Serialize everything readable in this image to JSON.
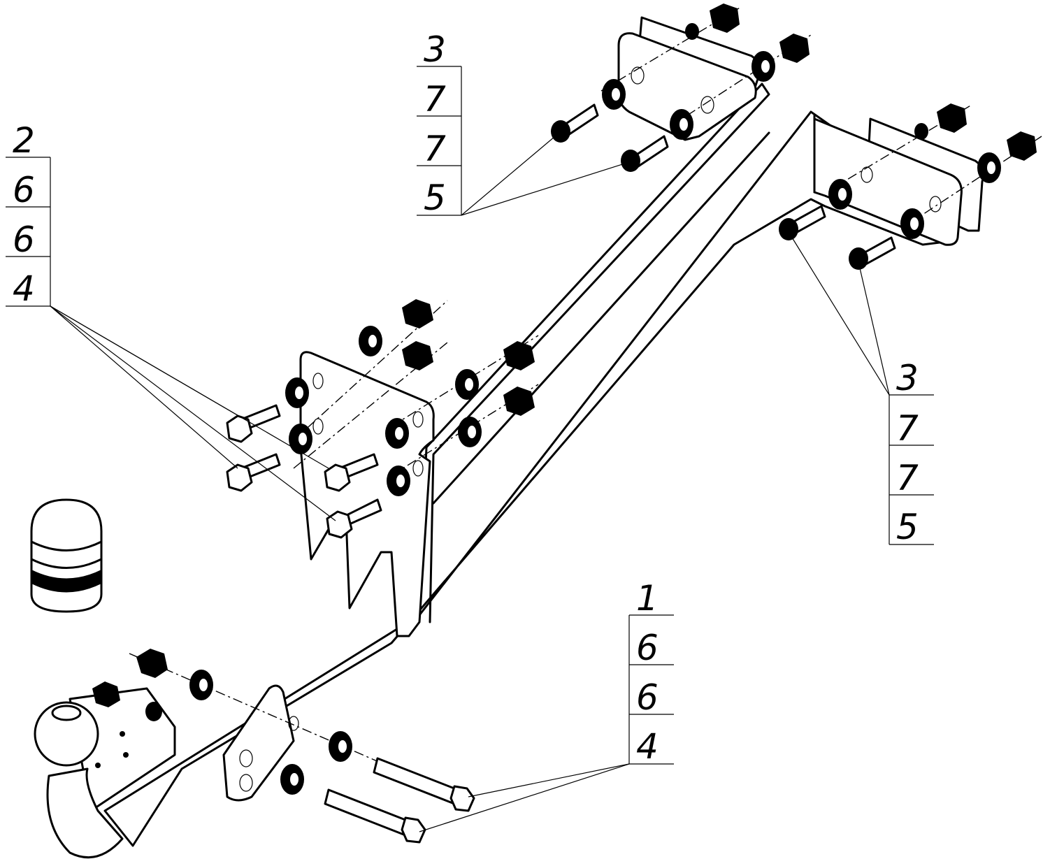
{
  "callouts": [
    {
      "id": "top_left",
      "labels": [
        "2",
        "6",
        "6",
        "4"
      ]
    },
    {
      "id": "top_center",
      "labels": [
        "3",
        "7",
        "7",
        "5"
      ]
    },
    {
      "id": "right",
      "labels": [
        "3",
        "7",
        "7",
        "5"
      ]
    },
    {
      "id": "bottom",
      "labels": [
        "1",
        "6",
        "6",
        "4"
      ]
    }
  ],
  "colors": {
    "line": "#000000",
    "background": "#ffffff"
  }
}
